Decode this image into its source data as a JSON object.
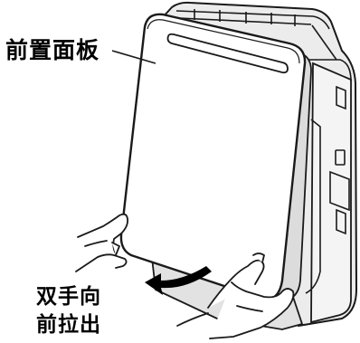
{
  "labels": {
    "front_panel": "前置面板",
    "instruction_line1": "双手向",
    "instruction_line2": "前拉出"
  },
  "colors": {
    "line": "#1a1a1a",
    "panel_fill": "#ffffff",
    "body_shade": "#e6e6e6",
    "arrow": "#000000"
  }
}
